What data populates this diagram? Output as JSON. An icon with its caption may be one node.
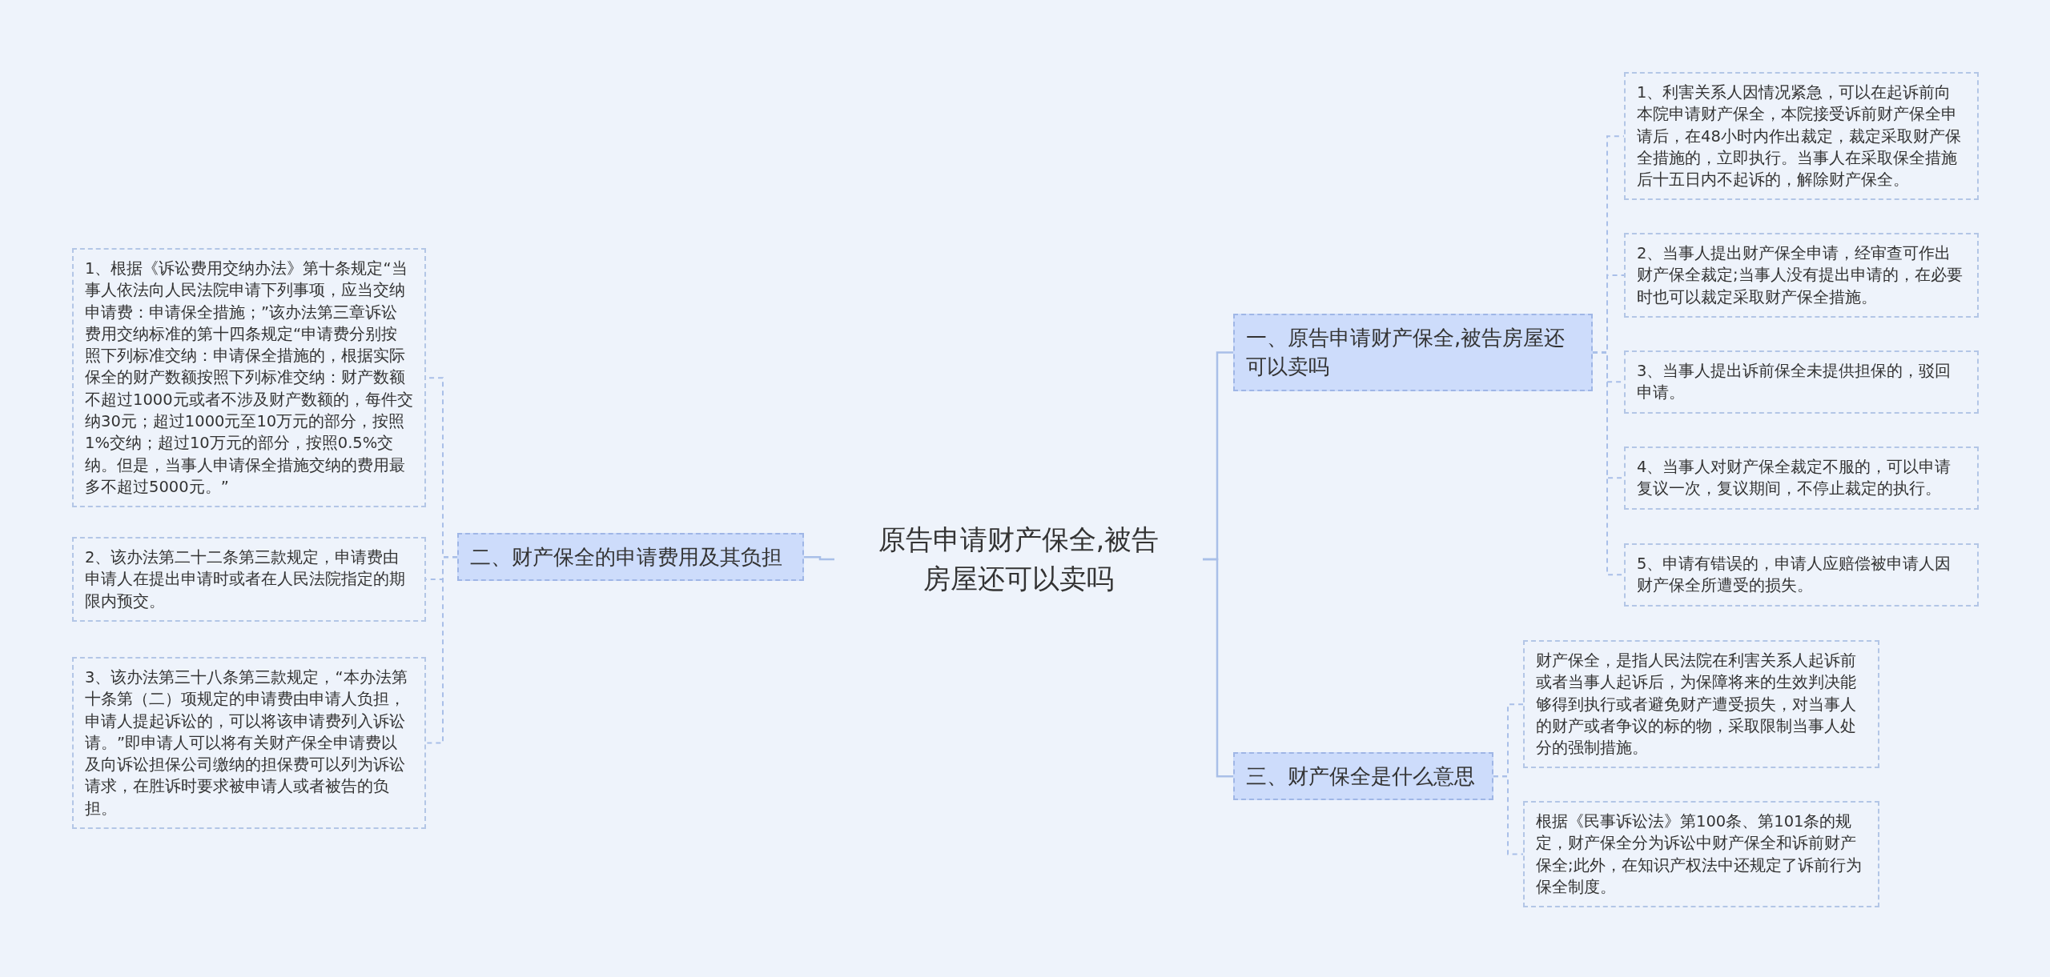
{
  "diagram": {
    "nodes": [
      {
        "text": [
          "原告申请财产保全,被告房屋还可以卖吗"
        ]
      },
      {
        "text": [
          "一、原告申请财产保全,被告房屋还可以卖吗"
        ]
      },
      {
        "text": [
          "1、利害关系人因情况紧急，可以在起诉前向本院申请财产保全，本院接受诉前财产保全申请后，在48小时内作出裁定，裁定采取财产保全措施的，立即执行。当事人在采取保全措施后十五日内不起诉的，解除财产保全。"
        ]
      },
      {
        "text": [
          "2、当事人提出财产保全申请，经审查可作出财产保全裁定;当事人没有提出申请的，在必要时也可以裁定采取财产保全措施。"
        ]
      },
      {
        "text": [
          "3、当事人提出诉前保全未提供担保的，驳回申请。"
        ]
      },
      {
        "text": [
          "4、当事人对财产保全裁定不服的，可以申请复议一次，复议期间，不停止裁定的执行。"
        ]
      },
      {
        "text": [
          "5、申请有错误的，申请人应赔偿被申请人因财产保全所遭受的损失。"
        ]
      },
      {
        "text": [
          "二、财产保全的申请费用及其负担"
        ]
      },
      {
        "text": [
          "1、根据《诉讼费用交纳办法》第十条规定“当事人依法向人民法院申请下列事项，应当交纳申请费：申请保全措施；”该办法第三章诉讼费用交纳标准的第十四条规定“申请费分别按照下列标准交纳：申请保全措施的，根据实际保全的财产数额按照下列标准交纳：财产数额不超过1000元或者不涉及财产数额的，每件交纳30元；超过1000元至10万元的部分，按照1%交纳；超过10万元的部分，按照0.5%交纳。但是，当事人申请保全措施交纳的费用最多不超过5000元。”"
        ]
      },
      {
        "text": [
          "2、该办法第二十二条第三款规定，申请费由申请人在提出申请时或者在人民法院指定的期限内预交。"
        ]
      },
      {
        "text": [
          "3、该办法第三十八条第三款规定，“本办法第十条第（二）项规定的申请费由申请人负担，申请人提起诉讼的，可以将该申请费列入诉讼请。”即申请人可以将有关财产保全申请费以及向诉讼担保公司缴纳的担保费可以列为诉讼请求，在胜诉时要求被申请人或者被告的负担。"
        ]
      },
      {
        "text": [
          "三、财产保全是什么意思"
        ]
      },
      {
        "text": [
          "财产保全，是指人民法院在利害关系人起诉前或者当事人起诉后，为保障将来的生效判决能够得到执行或者避免财产遭受损失，对当事人的财产或者争议的标的物，采取限制当事人处分的强制措施。"
        ]
      },
      {
        "text": [
          "根据《民事诉讼法》第100条、第101条的规定，财产保全分为诉讼中财产保全和诉前财产保全;此外，在知识产权法中还规定了诉前行为保全制度。"
        ]
      }
    ],
    "edges": [
      {
        "from": 0,
        "to": 1,
        "arrow": "none"
      },
      {
        "from": 1,
        "to": 2,
        "arrow": "none",
        "style": "dashed"
      },
      {
        "from": 1,
        "to": 3,
        "arrow": "none",
        "style": "dashed"
      },
      {
        "from": 1,
        "to": 4,
        "arrow": "none",
        "style": "dashed"
      },
      {
        "from": 1,
        "to": 5,
        "arrow": "none",
        "style": "dashed"
      },
      {
        "from": 1,
        "to": 6,
        "arrow": "none",
        "style": "dashed"
      },
      {
        "from": 0,
        "to": 7,
        "arrow": "none"
      },
      {
        "from": 7,
        "to": 8,
        "arrow": "none",
        "style": "dashed"
      },
      {
        "from": 7,
        "to": 9,
        "arrow": "none",
        "style": "dashed"
      },
      {
        "from": 7,
        "to": 10,
        "arrow": "none",
        "style": "dashed"
      },
      {
        "from": 0,
        "to": 11,
        "arrow": "none"
      },
      {
        "from": 11,
        "to": 12,
        "arrow": "none",
        "style": "dashed"
      },
      {
        "from": 11,
        "to": 13,
        "arrow": "none",
        "style": "dashed"
      }
    ]
  }
}
